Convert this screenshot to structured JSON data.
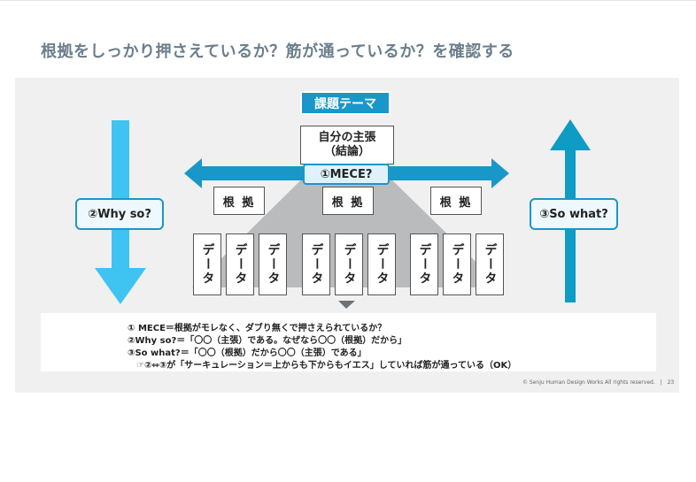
{
  "title": "根拠をしっかり押さえているか？筋が通っているか？を確認する",
  "diagram": {
    "theme": "課題テーマ",
    "claim_line1": "自分の主張",
    "claim_line2": "（結論）",
    "mece": "①MECE?",
    "why_so": "②Why so?",
    "so_what": "③So what?",
    "reasons": [
      "根 拠",
      "根 拠",
      "根 拠"
    ],
    "data_label": "データ"
  },
  "notes": [
    "① MECE＝根拠がモレなく、ダブり無くで押さえられているか？",
    "②Why so?＝「〇〇（主張）である。なぜなら〇〇（根拠）だから」",
    "③So what?＝「〇〇（根拠）だから〇〇（主張）である」",
    "☞②⇔③が「サーキュレーション＝上からも下からもイエス」していれば筋が通っている（OK）"
  ],
  "footer": {
    "copyright": "© Senju Human Design Works All rights reserved.",
    "separator": "|",
    "page_number": "23"
  },
  "colors": {
    "accent": "#1a97c9",
    "arrow_light": "#3fc4f2",
    "arrow_dark": "#0e9bc4",
    "triangle": "#a7a9ab",
    "title": "#6b7f8c"
  }
}
